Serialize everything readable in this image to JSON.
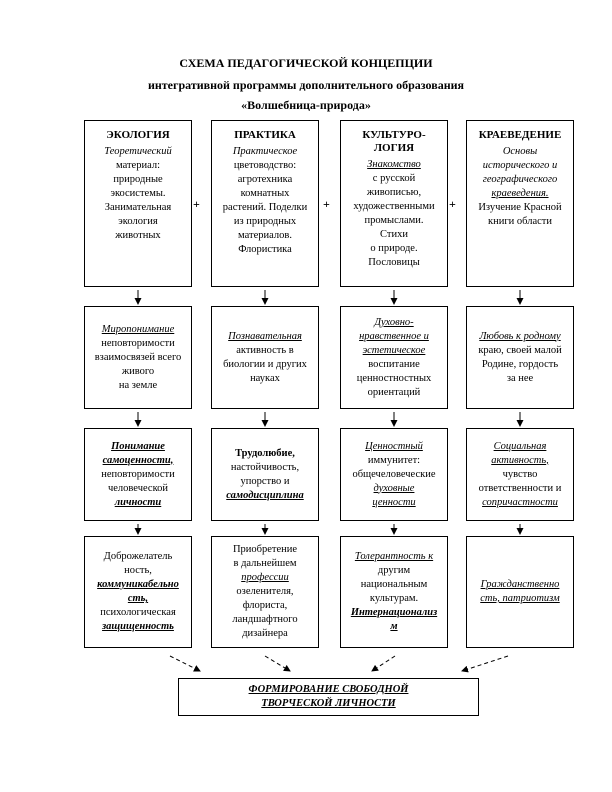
{
  "title": [
    "СХЕМА ПЕДАГОГИЧЕСКОЙ КОНЦЕПЦИИ",
    "интегративной программы дополнительного образования",
    "«Волшебница-природа»"
  ],
  "plus": "+",
  "columns": [
    {
      "heading": [
        "ЭКОЛОГИЯ"
      ],
      "boxes": [
        [
          {
            "t": "Теоретический",
            "s": "i"
          },
          {
            "t": "материал:",
            "s": ""
          },
          {
            "t": "природные",
            "s": ""
          },
          {
            "t": "экосистемы.",
            "s": ""
          },
          {
            "t": "Занимательная",
            "s": ""
          },
          {
            "t": "экология",
            "s": ""
          },
          {
            "t": "животных",
            "s": ""
          }
        ],
        [
          {
            "t": "Миропонимание",
            "s": "i u"
          },
          {
            "t": "неповторимости",
            "s": ""
          },
          {
            "t": "взаимосвязей всего",
            "s": ""
          },
          {
            "t": "живого",
            "s": ""
          },
          {
            "t": "на земле",
            "s": ""
          }
        ],
        [
          {
            "t": "Понимание",
            "s": "bi u"
          },
          {
            "t": "самоценности,",
            "s": "bi u"
          },
          {
            "t": "неповторимости",
            "s": ""
          },
          {
            "t": "человеческой",
            "s": ""
          },
          {
            "t": "личности",
            "s": "bi u"
          }
        ],
        [
          {
            "t": "Доброжелатель",
            "s": ""
          },
          {
            "t": "ность,",
            "s": ""
          },
          {
            "t": "коммуникабельно",
            "s": "bi u"
          },
          {
            "t": "сть,",
            "s": "bi u"
          },
          {
            "t": "психологическая",
            "s": ""
          },
          {
            "t": "защищенность",
            "s": "bi u"
          }
        ]
      ]
    },
    {
      "heading": [
        "ПРАКТИКА"
      ],
      "boxes": [
        [
          {
            "t": "Практическое",
            "s": "i"
          },
          {
            "t": "цветоводство:",
            "s": ""
          },
          {
            "t": "агротехника",
            "s": ""
          },
          {
            "t": "комнатных",
            "s": ""
          },
          {
            "t": "растений. Поделки",
            "s": ""
          },
          {
            "t": "из природных",
            "s": ""
          },
          {
            "t": "материалов.",
            "s": ""
          },
          {
            "t": "Флористика",
            "s": ""
          }
        ],
        [
          {
            "t": "Познавательная",
            "s": "i u"
          },
          {
            "t": "активность в",
            "s": ""
          },
          {
            "t": "биологии и других",
            "s": ""
          },
          {
            "t": "науках",
            "s": ""
          }
        ],
        [
          {
            "t": "Трудолюбие,",
            "s": "b"
          },
          {
            "t": "настойчивость,",
            "s": ""
          },
          {
            "t": "упорство и",
            "s": ""
          },
          {
            "t": "самодисциплина",
            "s": "bi u"
          }
        ],
        [
          {
            "t": "Приобретение",
            "s": ""
          },
          {
            "t": "в дальнейшем",
            "s": ""
          },
          {
            "t": "профессии",
            "s": "i u"
          },
          {
            "t": "озеленителя,",
            "s": ""
          },
          {
            "t": "флориста,",
            "s": ""
          },
          {
            "t": "ландшафтного",
            "s": ""
          },
          {
            "t": "дизайнера",
            "s": ""
          }
        ]
      ]
    },
    {
      "heading": [
        "КУЛЬТУРО-",
        "ЛОГИЯ"
      ],
      "boxes": [
        [
          {
            "t": "Знакомство",
            "s": "i u"
          },
          {
            "t": "с русской",
            "s": ""
          },
          {
            "t": "живописью,",
            "s": ""
          },
          {
            "t": "художественными",
            "s": ""
          },
          {
            "t": "промыслами.",
            "s": ""
          },
          {
            "t": "Стихи",
            "s": ""
          },
          {
            "t": "о природе.",
            "s": ""
          },
          {
            "t": "Пословицы",
            "s": ""
          }
        ],
        [
          {
            "t": "Духовно-",
            "s": "i u"
          },
          {
            "t": "нравственное и",
            "s": "i u"
          },
          {
            "t": "эстетическое",
            "s": "i u"
          },
          {
            "t": "воспитание",
            "s": ""
          },
          {
            "t": "ценностностных",
            "s": ""
          },
          {
            "t": "ориентаций",
            "s": ""
          }
        ],
        [
          {
            "t": "Ценностный",
            "s": "i u"
          },
          {
            "t": "иммунитет:",
            "s": ""
          },
          {
            "t": "общечеловеческие",
            "s": ""
          },
          {
            "t": "духовные",
            "s": "i u"
          },
          {
            "t": "ценности",
            "s": "i u"
          }
        ],
        [
          {
            "t": "Толерантность к",
            "s": "i u"
          },
          {
            "t": "другим",
            "s": ""
          },
          {
            "t": "национальным",
            "s": ""
          },
          {
            "t": "культурам.",
            "s": ""
          },
          {
            "t": "Интернационализ",
            "s": "bi u"
          },
          {
            "t": "м",
            "s": "bi u"
          }
        ]
      ]
    },
    {
      "heading": [
        "КРАЕВЕДЕНИЕ"
      ],
      "boxes": [
        [
          {
            "t": "Основы",
            "s": "i"
          },
          {
            "t": "исторического и",
            "s": "i"
          },
          {
            "t": "географического",
            "s": "i"
          },
          {
            "t": "краеведения.",
            "s": "i u"
          },
          {
            "t": "Изучение Красной",
            "s": ""
          },
          {
            "t": "книги области",
            "s": ""
          }
        ],
        [
          {
            "t": "Любовь к родному",
            "s": "i u"
          },
          {
            "t": "краю, своей малой",
            "s": ""
          },
          {
            "t": "Родине, гордость",
            "s": ""
          },
          {
            "t": "за нее",
            "s": ""
          }
        ],
        [
          {
            "t": "Социальная",
            "s": "i u"
          },
          {
            "t": "активность,",
            "s": "i u"
          },
          {
            "t": "чувство",
            "s": ""
          },
          {
            "t": "ответственности и",
            "s": ""
          },
          {
            "t": "сопричастности",
            "s": "i u"
          }
        ],
        [
          {
            "t": "Гражданственно",
            "s": "i u"
          },
          {
            "t": "сть, патриотизм",
            "s": "i u"
          }
        ]
      ]
    }
  ],
  "final": [
    "ФОРМИРОВАНИЕ СВОБОДНОЙ",
    "ТВОРЧЕСКОЙ ЛИЧНОСТИ"
  ]
}
